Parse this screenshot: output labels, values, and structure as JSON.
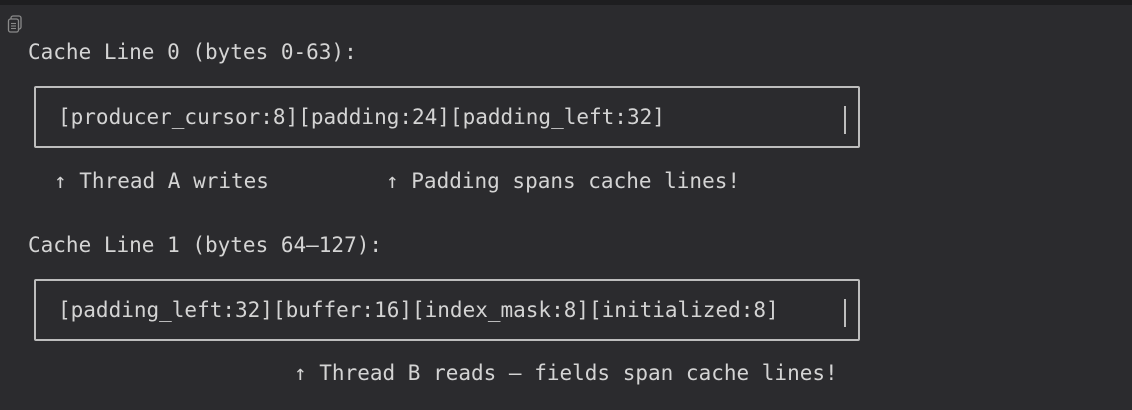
{
  "toolbar": {
    "copy_icon": "copy-icon"
  },
  "diagram": {
    "cache_line_0": {
      "heading": "Cache Line 0 (bytes 0-63):",
      "box_content": "[producer_cursor:8][padding:24][padding_left:32]",
      "note_a": "↑ Thread A writes",
      "note_b": "↑ Padding spans cache lines!"
    },
    "cache_line_1": {
      "heading": "Cache Line 1 (bytes 64–127):",
      "box_content": "[padding_left:32][buffer:16][index_mask:8][initialized:8]",
      "note": "↑ Thread B reads – fields span cache lines!"
    }
  },
  "colors": {
    "background": "#2b2b2e",
    "text": "#d4d4d4",
    "border": "#bdbdbd"
  }
}
